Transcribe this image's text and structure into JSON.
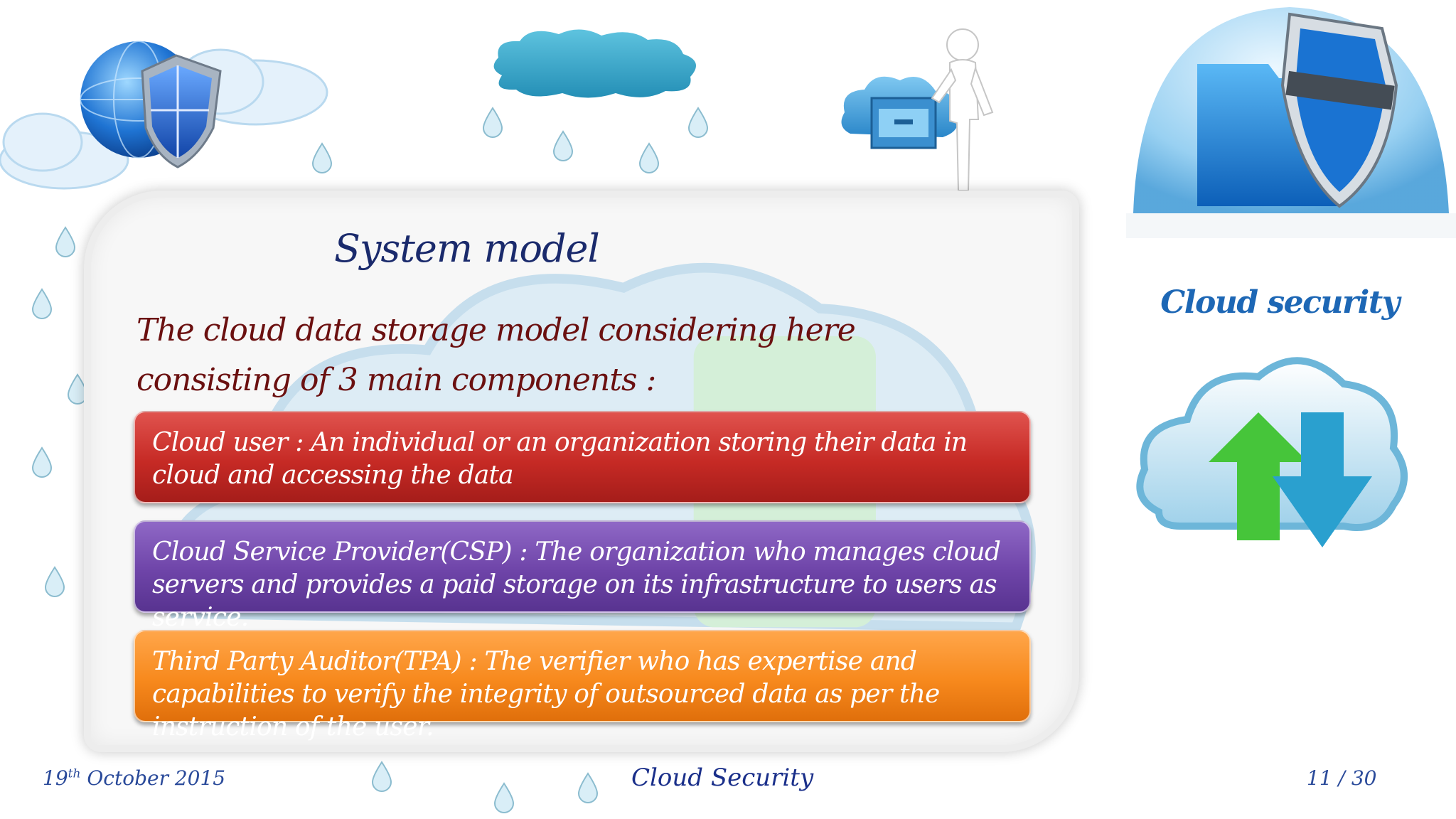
{
  "slide": {
    "title": "System model",
    "intro": "The cloud data storage model considering here consisting of 3 main components :",
    "components": [
      {
        "text": "Cloud user : An individual or an organization storing their data in cloud and accessing the data",
        "color": "#c62a25"
      },
      {
        "text": "Cloud Service Provider(CSP) : The organization who manages cloud servers and provides a paid storage on its infrastructure to users as service.",
        "color": "#6e44a8"
      },
      {
        "text": "Third Party Auditor(TPA) : The verifier who has expertise and capabilities to verify the integrity of outsourced data as per the instruction of the user.",
        "color": "#f7891d"
      }
    ]
  },
  "side": {
    "title": "Cloud security"
  },
  "footer": {
    "date_day": "19",
    "date_suffix": "th",
    "date_rest": " October 2015",
    "center": "Cloud Security",
    "page": "11 / 30"
  },
  "icons": [
    "globe-shield-clouds",
    "rain-cloud",
    "cloud-drawer-figure",
    "security-dome-folder",
    "cloud-arrows"
  ]
}
